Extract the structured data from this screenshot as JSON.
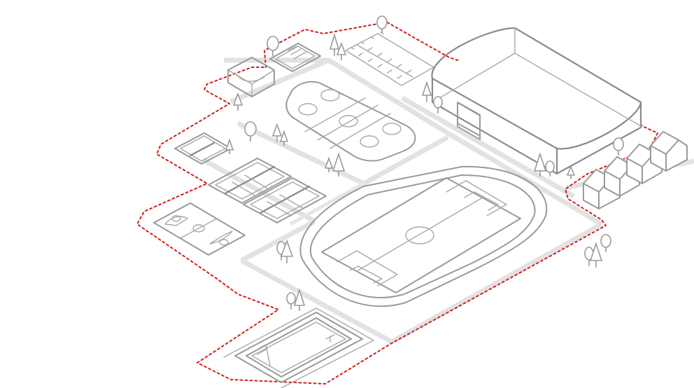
{
  "scene": {
    "description_visible_text": "",
    "colors": {
      "boundary": "#d21f1f",
      "line": "#9a9a9a",
      "road": "#e2e2e2",
      "background": "#ffffff"
    }
  },
  "elements": [
    "sports-complex-boundary",
    "ice-rink",
    "tennis-courts",
    "volleyball-court",
    "basketball-court",
    "athletics-stadium",
    "football-field",
    "indoor-arena",
    "parking-lot",
    "skate-park",
    "playground",
    "swimming-pool",
    "houses",
    "trees"
  ]
}
